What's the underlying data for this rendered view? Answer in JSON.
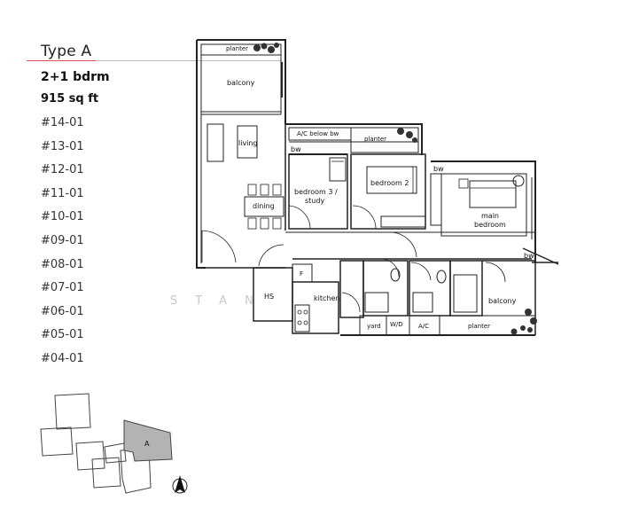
{
  "unit_type": "Type A",
  "bedrooms": "2+1 bdrm",
  "area": "915 sq ft",
  "units": [
    "#14-01",
    "#13-01",
    "#12-01",
    "#11-01",
    "#10-01",
    "#09-01",
    "#08-01",
    "#07-01",
    "#06-01",
    "#05-01",
    "#04-01"
  ],
  "rooms": {
    "planter_top": "planter",
    "balcony_top": "balcony",
    "living": "living",
    "ac_below_bw": "A/C below bw",
    "planter_mid": "planter",
    "bw_1": "bw",
    "bw_2": "bw",
    "bw_3": "bw",
    "bedroom3_line1": "bedroom 3 /",
    "bedroom3_line2": "study",
    "bedroom2": "bedroom 2",
    "main_bedroom_line1": "main",
    "main_bedroom_line2": "bedroom",
    "dining": "dining",
    "hs": "HS",
    "fridge": "F",
    "kitchen": "kitchen",
    "yard": "yard",
    "wd": "W/D",
    "ac": "A/C",
    "planter_bottom": "planter",
    "balcony_bottom": "balcony"
  },
  "keyplan": {
    "highlight_label": "A",
    "highlight_color": "#b3b3b3"
  },
  "watermark": "STAN"
}
